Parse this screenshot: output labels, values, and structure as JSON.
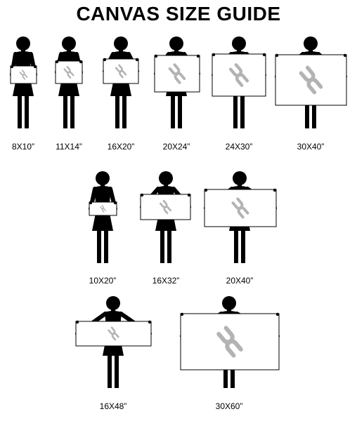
{
  "title": "CANVAS SIZE GUIDE",
  "canvas_sizes": [
    {
      "label": "8X10”"
    },
    {
      "label": "11X14”"
    },
    {
      "label": "16X20”"
    },
    {
      "label": "20X24”"
    },
    {
      "label": "24X30”"
    },
    {
      "label": "30X40”"
    },
    {
      "label": "10X20”"
    },
    {
      "label": "16X32”"
    },
    {
      "label": "20X40”"
    },
    {
      "label": "16X48”"
    },
    {
      "label": "30X60”"
    }
  ],
  "colors": {
    "silhouette": "#000000",
    "canvas_border": "#000000",
    "canvas_fill": "#ffffff",
    "logo": "#b3b3b3"
  }
}
